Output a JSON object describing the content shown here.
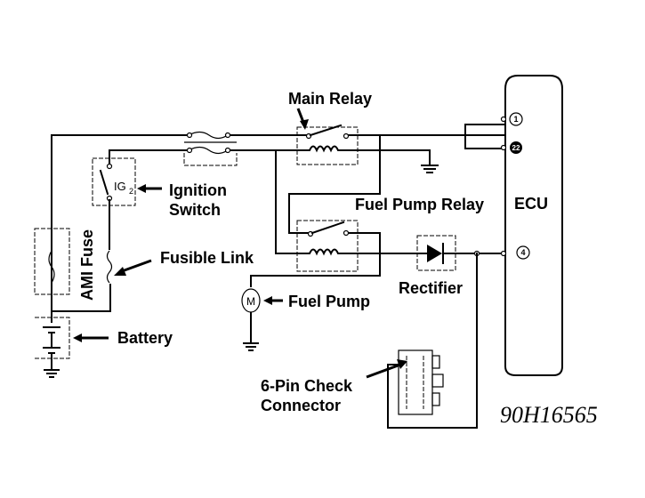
{
  "diagram": {
    "type": "wiring-schematic",
    "labels": {
      "main_relay": "Main Relay",
      "ignition_switch_line1": "Ignition",
      "ignition_switch_line2": "Switch",
      "ig2": "IG",
      "ig2_sub": "2",
      "fuel_pump_relay": "Fuel Pump Relay",
      "ecu": "ECU",
      "ami_fuse": "AMI Fuse",
      "fusible_link": "Fusible Link",
      "rectifier": "Rectifier",
      "fuel_pump": "Fuel Pump",
      "motor": "M",
      "battery": "Battery",
      "check_connector_line1": "6-Pin Check",
      "check_connector_line2": "Connector",
      "figure_code": "90H16565"
    },
    "ecu_pins": [
      {
        "id": "pin-1",
        "label": "1"
      },
      {
        "id": "pin-22",
        "label": "22"
      },
      {
        "id": "pin-4",
        "label": "4"
      }
    ],
    "components": [
      "Main Relay",
      "Fuel Pump Relay",
      "ECU",
      "Ignition Switch",
      "AMI Fuse",
      "Fusible Link",
      "Battery",
      "Fuel Pump",
      "Rectifier",
      "6-Pin Check Connector"
    ]
  }
}
